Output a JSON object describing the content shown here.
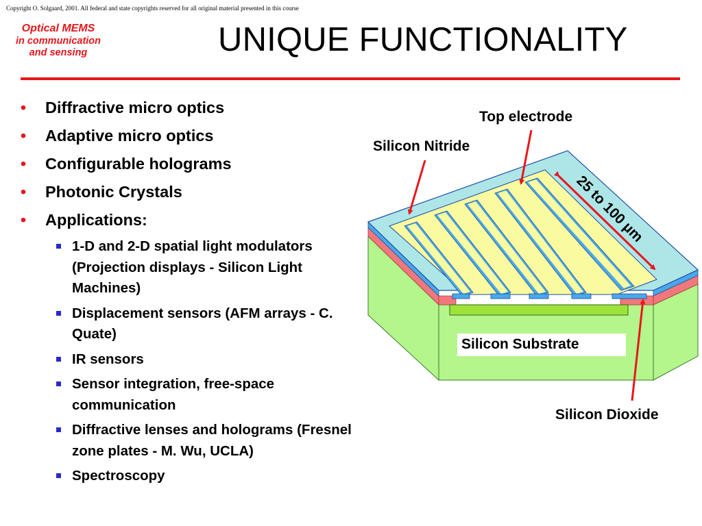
{
  "copyright": "Copyright O. Solgaard, 2001. All federal and state copyrights reserved for all original material presented in this course",
  "course_tag": {
    "line1": "Optical MEMS",
    "line2": "in communication",
    "line3": "and sensing"
  },
  "title": "UNIQUE FUNCTIONALITY",
  "bullets": [
    {
      "dot": "•",
      "text": "Diffractive micro optics"
    },
    {
      "dot": "•",
      "text": "Adaptive micro optics"
    },
    {
      "dot": "•",
      "text": "Configurable holograms"
    },
    {
      "dot": "•",
      "text": "Photonic Crystals"
    },
    {
      "dot": "•",
      "text": "Applications:"
    }
  ],
  "sub_bullets": [
    "1-D and 2-D spatial light modulators (Projection displays - Silicon Light Machines)",
    "Displacement sensors (AFM arrays - C. Quate)",
    "IR sensors",
    "Sensor integration, free-space communication",
    "Diffractive lenses and holograms (Fresnel zone plates - M. Wu, UCLA)",
    "Spectroscopy"
  ],
  "diagram": {
    "label_top_electrode": "Top electrode",
    "label_silicon_nitride": "Silicon Nitride",
    "label_silicon_substrate": "Silicon Substrate",
    "label_silicon_dioxide": "Silicon Dioxide",
    "dimension_label": "25 to 100 µm"
  },
  "colors": {
    "accent_red": "#e8161b",
    "substrate_green": "#b4f58c",
    "nitride_cyan": "#aee6e8",
    "electrode_yellow": "#fafaa0",
    "oxide_pink": "#f0787d",
    "bullet_blue": "#2a2acc"
  }
}
